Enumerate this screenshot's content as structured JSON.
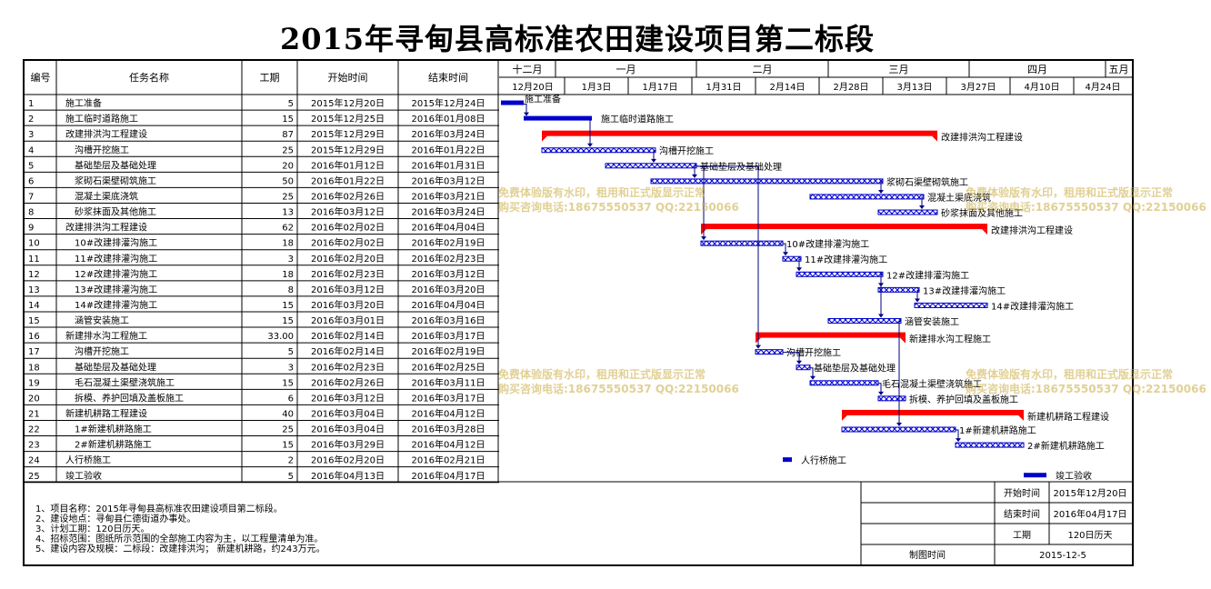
{
  "title": "2015年寻甸县高标准农田建设项目第二标段",
  "table_headers": {
    "id": "编号",
    "name": "任务名称",
    "duration": "工期",
    "start": "开始时间",
    "end": "结束时间"
  },
  "month_headers": [
    "十二月",
    "一月",
    "二月",
    "三月",
    "四月",
    "五月"
  ],
  "week_headers": [
    "12月20日",
    "1月3日",
    "1月17日",
    "1月31日",
    "2月14日",
    "2月28日",
    "3月13日",
    "3月27日",
    "4月10日",
    "4月24日"
  ],
  "chart_data": {
    "type": "gantt",
    "timeline_start": "2015-12-20",
    "timeline_end": "2016-05-02",
    "tasks": [
      {
        "id": "1",
        "name": "施工准备",
        "indent": 0,
        "duration": "5",
        "start": "2015年12月20日",
        "end": "2015年12月24日",
        "s": "2015-12-20",
        "e": "2015-12-24",
        "kind": "solid",
        "label": "施工准备"
      },
      {
        "id": "2",
        "name": "施工临时道路施工",
        "indent": 0,
        "duration": "15",
        "start": "2015年12月25日",
        "end": "2016年01月08日",
        "s": "2015-12-25",
        "e": "2016-01-08",
        "kind": "solid",
        "label": "施工临时道路施工"
      },
      {
        "id": "3",
        "name": "改建排洪沟工程建设",
        "indent": 0,
        "duration": "87",
        "start": "2015年12月29日",
        "end": "2016年03月24日",
        "s": "2015-12-29",
        "e": "2016-03-24",
        "kind": "summary",
        "label": "改建排洪沟工程建设"
      },
      {
        "id": "4",
        "name": "沟槽开挖施工",
        "indent": 1,
        "duration": "25",
        "start": "2015年12月29日",
        "end": "2016年01月22日",
        "s": "2015-12-29",
        "e": "2016-01-22",
        "kind": "hatch",
        "label": "沟槽开挖施工"
      },
      {
        "id": "5",
        "name": "基础垫层及基础处理",
        "indent": 1,
        "duration": "20",
        "start": "2016年01月12日",
        "end": "2016年01月31日",
        "s": "2016-01-12",
        "e": "2016-01-31",
        "kind": "hatch",
        "label": "基础垫层及基础处理"
      },
      {
        "id": "6",
        "name": "浆砌石渠壁砌筑施工",
        "indent": 1,
        "duration": "50",
        "start": "2016年01月22日",
        "end": "2016年03月12日",
        "s": "2016-01-22",
        "e": "2016-03-12",
        "kind": "hatch",
        "label": "浆砌石渠壁砌筑施工"
      },
      {
        "id": "7",
        "name": "混凝土渠底浇筑",
        "indent": 1,
        "duration": "25",
        "start": "2016年02月26日",
        "end": "2016年03月21日",
        "s": "2016-02-26",
        "e": "2016-03-21",
        "kind": "hatch",
        "label": "混凝土渠底浇筑"
      },
      {
        "id": "8",
        "name": "砂浆抹面及其他施工",
        "indent": 1,
        "duration": "13",
        "start": "2016年03月12日",
        "end": "2016年03月24日",
        "s": "2016-03-12",
        "e": "2016-03-24",
        "kind": "hatch",
        "label": "砂浆抹面及其他施工"
      },
      {
        "id": "9",
        "name": "改建排洪沟工程建设",
        "indent": 0,
        "duration": "62",
        "start": "2016年02月02日",
        "end": "2016年04月04日",
        "s": "2016-02-02",
        "e": "2016-04-04",
        "kind": "summary",
        "label": "改建排洪沟工程建设"
      },
      {
        "id": "10",
        "name": "10#改建排灌沟施工",
        "indent": 1,
        "duration": "18",
        "start": "2016年02月02日",
        "end": "2016年02月19日",
        "s": "2016-02-02",
        "e": "2016-02-19",
        "kind": "hatch",
        "label": "10#改建排灌沟施工"
      },
      {
        "id": "11",
        "name": "11#改建排灌沟施工",
        "indent": 1,
        "duration": "3",
        "start": "2016年02月20日",
        "end": "2016年02月23日",
        "s": "2016-02-20",
        "e": "2016-02-23",
        "kind": "hatch",
        "label": "11#改建排灌沟施工"
      },
      {
        "id": "12",
        "name": "12#改建排灌沟施工",
        "indent": 1,
        "duration": "18",
        "start": "2016年02月23日",
        "end": "2016年03月12日",
        "s": "2016-02-23",
        "e": "2016-03-12",
        "kind": "hatch",
        "label": "12#改建排灌沟施工"
      },
      {
        "id": "13",
        "name": "13#改建排灌沟施工",
        "indent": 1,
        "duration": "8",
        "start": "2016年03月12日",
        "end": "2016年03月20日",
        "s": "2016-03-12",
        "e": "2016-03-20",
        "kind": "hatch",
        "label": "13#改建排灌沟施工"
      },
      {
        "id": "14",
        "name": "14#改建排灌沟施工",
        "indent": 1,
        "duration": "15",
        "start": "2016年03月20日",
        "end": "2016年04月04日",
        "s": "2016-03-20",
        "e": "2016-04-04",
        "kind": "hatch",
        "label": "14#改建排灌沟施工"
      },
      {
        "id": "15",
        "name": "涵管安装施工",
        "indent": 1,
        "duration": "15",
        "start": "2016年03月01日",
        "end": "2016年03月16日",
        "s": "2016-03-01",
        "e": "2016-03-16",
        "kind": "hatch",
        "label": "涵管安装施工"
      },
      {
        "id": "16",
        "name": "新建排水沟工程施工",
        "indent": 0,
        "duration": "33.00",
        "start": "2016年02月14日",
        "end": "2016年03月17日",
        "s": "2016-02-14",
        "e": "2016-03-17",
        "kind": "summary",
        "label": "新建排水沟工程施工"
      },
      {
        "id": "17",
        "name": "沟槽开挖施工",
        "indent": 1,
        "duration": "5",
        "start": "2016年02月14日",
        "end": "2016年02月19日",
        "s": "2016-02-14",
        "e": "2016-02-19",
        "kind": "hatch",
        "label": "沟槽开挖施工"
      },
      {
        "id": "18",
        "name": "基础垫层及基础处理",
        "indent": 1,
        "duration": "3",
        "start": "2016年02月23日",
        "end": "2016年02月25日",
        "s": "2016-02-23",
        "e": "2016-02-25",
        "kind": "hatch",
        "label": "基础垫层及基础处理"
      },
      {
        "id": "19",
        "name": "毛石混凝土渠壁浇筑施工",
        "indent": 1,
        "duration": "15",
        "start": "2016年02月26日",
        "end": "2016年03月11日",
        "s": "2016-02-26",
        "e": "2016-03-11",
        "kind": "hatch",
        "label": "毛石混凝土渠壁浇筑施工"
      },
      {
        "id": "20",
        "name": "拆模、养护回填及盖板施工",
        "indent": 1,
        "duration": "6",
        "start": "2016年03月12日",
        "end": "2016年03月17日",
        "s": "2016-03-12",
        "e": "2016-03-17",
        "kind": "hatch",
        "label": "拆模、养护回填及盖板施工"
      },
      {
        "id": "21",
        "name": "新建机耕路工程建设",
        "indent": 0,
        "duration": "40",
        "start": "2016年03月04日",
        "end": "2016年04月12日",
        "s": "2016-03-04",
        "e": "2016-04-12",
        "kind": "summary",
        "label": "新建机耕路工程建设"
      },
      {
        "id": "22",
        "name": "1#新建机耕路施工",
        "indent": 1,
        "duration": "25",
        "start": "2016年03月04日",
        "end": "2016年03月28日",
        "s": "2016-03-04",
        "e": "2016-03-28",
        "kind": "hatch",
        "label": "1#新建机耕路施工"
      },
      {
        "id": "23",
        "name": "2#新建机耕路施工",
        "indent": 1,
        "duration": "15",
        "start": "2016年03月29日",
        "end": "2016年04月12日",
        "s": "2016-03-29",
        "e": "2016-04-12",
        "kind": "hatch",
        "label": "2#新建机耕路施工"
      },
      {
        "id": "24",
        "name": "人行桥施工",
        "indent": 0,
        "duration": "2",
        "start": "2016年02月20日",
        "end": "2016年02月21日",
        "s": "2016-02-20",
        "e": "2016-02-21",
        "kind": "solid",
        "label": "人行桥施工"
      },
      {
        "id": "25",
        "name": "竣工验收",
        "indent": 0,
        "duration": "5",
        "start": "2016年04月13日",
        "end": "2016年04月17日",
        "s": "2016-04-13",
        "e": "2016-04-17",
        "kind": "solid",
        "label": "竣工验收"
      }
    ]
  },
  "legend_lines": [
    "1、项目名称：2015年寻甸县高标准农田建设项目第二标段。",
    "2、建设地点：寻甸县仁德街道办事处。",
    "3、计划工期：120日历天。",
    "4、招标范围：图纸所示范围的全部施工内容为主，以工程量清单为准。",
    "5、建设内容及规模：二标段：改建排洪沟； 新建机耕路，约243万元。"
  ],
  "info": {
    "start_label": "开始时间",
    "start_value": "2015年12月20日",
    "end_label": "结束时间",
    "end_value": "2016年04月17日",
    "duration_label": "工期",
    "duration_value": "120日历天",
    "drawn_label": "制图时间",
    "drawn_value": "2015-12-5"
  },
  "watermark": {
    "line1": "免费体验版有水印，租用和正式版显示正常",
    "line2": "购买咨询电话:18675550537 QQ:22150066"
  },
  "colors": {
    "summary": "#ff0000",
    "solid": "#0000cc",
    "hatch": "#0000cc",
    "grid": "#000000",
    "link": "#000080"
  }
}
